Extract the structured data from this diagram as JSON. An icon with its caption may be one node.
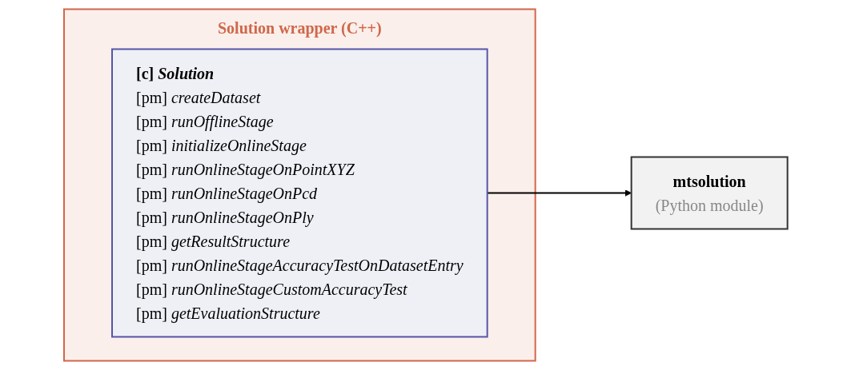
{
  "diagram": {
    "nodes": [
      {
        "text": [
          "Solution wrapper (C++)"
        ]
      },
      {
        "text": [
          "[c] Solution",
          "[pm] createDataset",
          "[pm] runOfflineStage",
          "[pm] initializeOnlineStage",
          "[pm] runOnlineStageOnPointXYZ",
          "[pm] runOnlineStageOnPcd",
          "[pm] runOnlineStageOnPly",
          "[pm] getResultStructure",
          "[pm] runOnlineStageAccuracyTestOnDatasetEntry",
          "[pm] runOnlineStageCustomAccuracyTest",
          "[pm] getEvaluationStructure"
        ],
        "in": 0
      },
      {
        "text": [
          "mtsolution",
          "(Python module)"
        ]
      }
    ],
    "edges": [
      {
        "from": 1,
        "to": 2,
        "arrow": "to"
      }
    ]
  }
}
